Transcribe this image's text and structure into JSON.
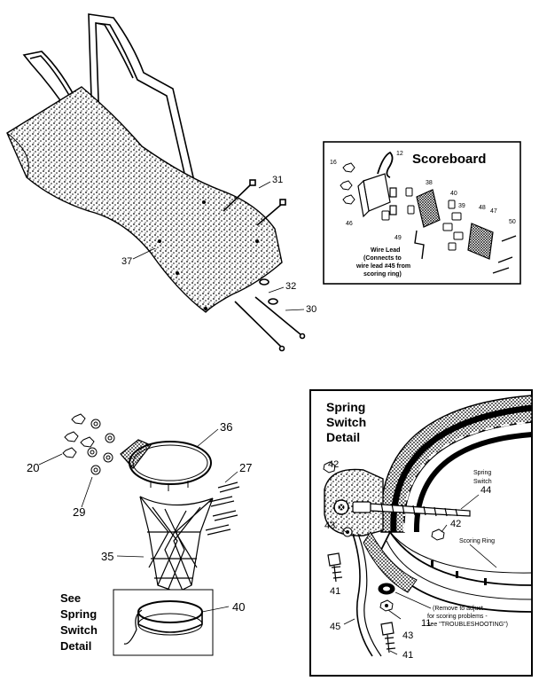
{
  "labels": {
    "backboard_panel": "37",
    "bolt_31": "31",
    "bolt_32": "32",
    "rod_30": "30",
    "nuts_20": "20",
    "washers_29": "29",
    "rim_36": "36",
    "bolts_27": "27",
    "net_35": "35",
    "scoring_ring_40": "40"
  },
  "scoreboard": {
    "title": "Scoreboard",
    "part_12": "12",
    "part_16": "16",
    "part_38": "38",
    "part_46": "46",
    "part_39": "39",
    "part_48": "48",
    "part_47": "47",
    "part_50": "50",
    "part_49": "49",
    "wire_lead": [
      "Wire Lead",
      "(Connects to",
      "wire lead #45 from",
      "scoring ring)"
    ]
  },
  "see_detail": [
    "See",
    "Spring",
    "Switch",
    "Detail"
  ],
  "spring_detail": {
    "title": [
      "Spring",
      "Switch",
      "Detail"
    ],
    "spring_switch": [
      "Spring",
      "Switch"
    ],
    "scoring_ring": "Scoring Ring",
    "part_42a": "42",
    "part_44": "44",
    "part_42b": "42",
    "part_43a": "43",
    "part_41a": "41",
    "part_45": "45",
    "part_11": "11",
    "part_43b": "43",
    "part_41b": "41",
    "note": [
      "(Remove to adjust",
      "for scoring problems -",
      "see \"TROUBLESHOOTING\")"
    ]
  }
}
